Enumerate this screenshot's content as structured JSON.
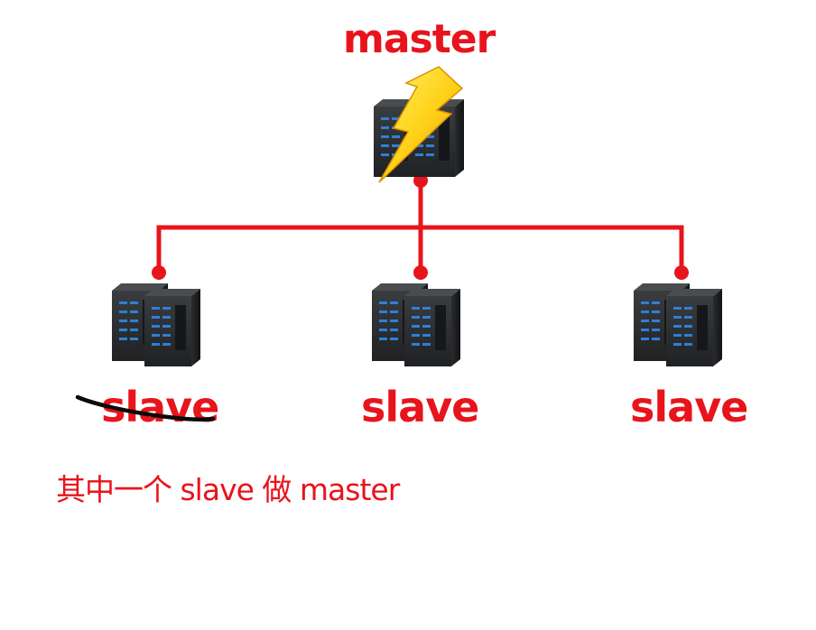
{
  "diagram": {
    "master": {
      "label": "master",
      "icon": "server-with-lightning-icon"
    },
    "slaves": [
      {
        "label": "slave",
        "icon": "server-rack-icon"
      },
      {
        "label": "slave",
        "icon": "server-rack-icon"
      },
      {
        "label": "slave",
        "icon": "server-rack-icon"
      }
    ],
    "connector_color": "#e8141c",
    "annotation": "其中一个 slave 做 master",
    "annotation_color": "#e8141c"
  }
}
